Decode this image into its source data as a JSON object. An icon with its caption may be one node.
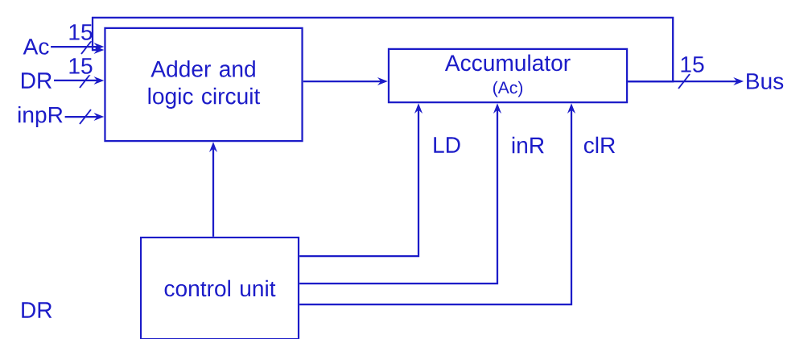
{
  "diagram": {
    "nodes": [
      {
        "text": [
          "Adder and logic circuit"
        ]
      },
      {
        "text": [
          "Accumulator",
          "(Ac)"
        ]
      },
      {
        "text": [
          "control unit"
        ]
      },
      {
        "text": [
          "Ac"
        ]
      },
      {
        "text": [
          "DR"
        ]
      },
      {
        "text": [
          "inpR"
        ]
      },
      {
        "text": [
          "Bus"
        ]
      }
    ],
    "edges": [
      {
        "from": 3,
        "to": 0,
        "arrow": "to",
        "label": "15"
      },
      {
        "from": 4,
        "to": 0,
        "arrow": "to",
        "label": "15"
      },
      {
        "from": 5,
        "to": 0,
        "arrow": "to"
      },
      {
        "from": 0,
        "to": 1,
        "arrow": "to"
      },
      {
        "from": 1,
        "to": 6,
        "arrow": "to",
        "label": "15"
      },
      {
        "from": 1,
        "to": 0,
        "arrow": "to"
      },
      {
        "from": 2,
        "to": 0,
        "arrow": "to"
      },
      {
        "from": 2,
        "to": 1,
        "arrow": "to",
        "label": "LD"
      },
      {
        "from": 2,
        "to": 1,
        "arrow": "to",
        "label": "inR"
      },
      {
        "from": 2,
        "to": 1,
        "arrow": "to",
        "label": "clR"
      }
    ],
    "labels": [
      "DR"
    ]
  }
}
